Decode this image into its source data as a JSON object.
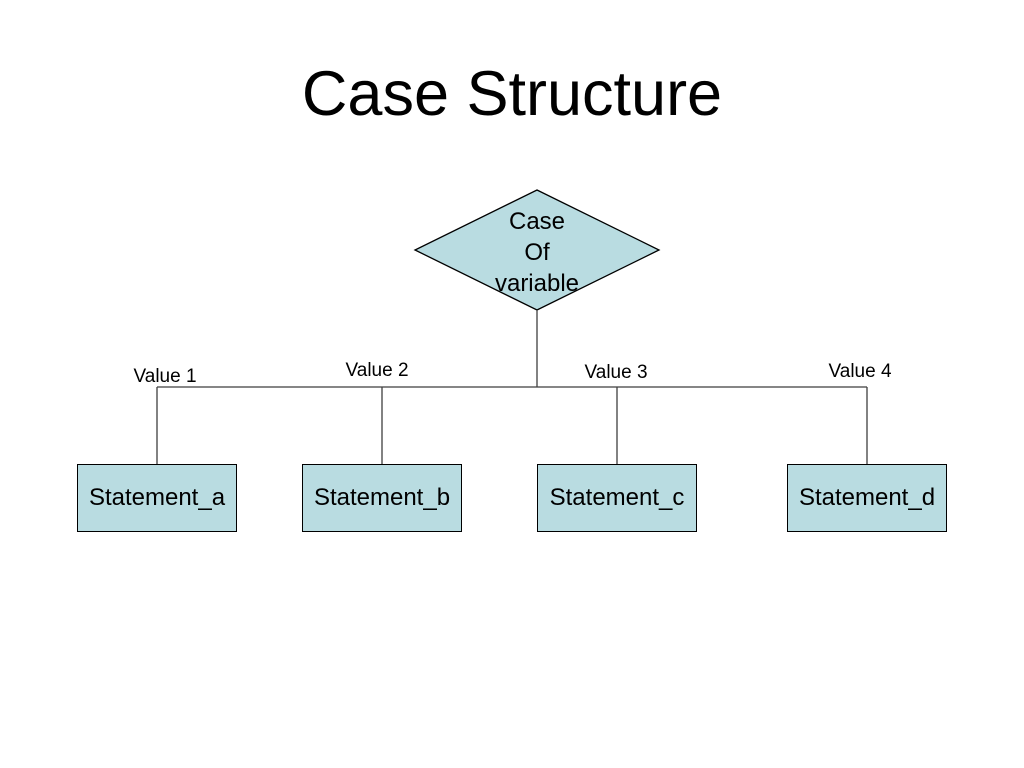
{
  "slide": {
    "title": "Case Structure"
  },
  "diagram": {
    "decision": {
      "lines": [
        "Case",
        "Of",
        "variable"
      ]
    },
    "branches": [
      {
        "value_label": "Value 1",
        "statement": "Statement_a"
      },
      {
        "value_label": "Value 2",
        "statement": "Statement_b"
      },
      {
        "value_label": "Value 3",
        "statement": "Statement_c"
      },
      {
        "value_label": "Value 4",
        "statement": "Statement_d"
      }
    ]
  },
  "colors": {
    "shape_fill": "#b9dce1",
    "shape_border": "#000000",
    "connector": "#3f3f3f",
    "text": "#000000",
    "background": "#ffffff"
  }
}
